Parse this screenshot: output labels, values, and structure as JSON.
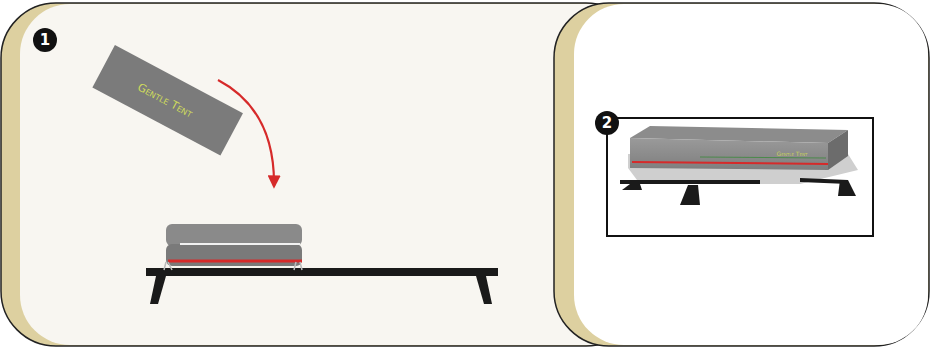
{
  "diagram": {
    "labels": [
      "1",
      "Gentle Tent",
      "2",
      "Gentle Tent"
    ]
  }
}
